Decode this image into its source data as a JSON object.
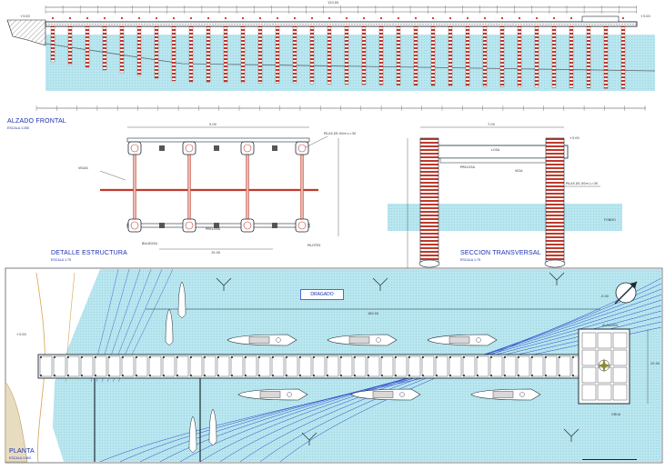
{
  "sections": {
    "frontal": {
      "title": "ALZADO FRONTAL",
      "scale": "ESCALA 1:250",
      "top_dim": "120.00",
      "elev_label": "+3.00",
      "left_elev": "+3.00"
    },
    "detail": {
      "title": "DETALLE ESTRUCTURA",
      "scale": "ESCALA 1:75",
      "label_a": "VIGAS",
      "label_b": "PILAS Ø1.00m L=30",
      "label_c": "BALDOSA",
      "label_d": "PRELOSA",
      "label_e": "PILOTES",
      "dim_a": "5.00",
      "dim_b": "10.00"
    },
    "cross": {
      "title": "SECCION TRANSVERSAL",
      "scale": "ESCALA 1:75",
      "label_a": "LOSA",
      "label_b": "PRELOSA",
      "label_c": "VIGA",
      "label_d": "PILAS Ø1.00m L=30",
      "label_e": "+3.00",
      "label_f": "FONDO",
      "dim_a": "7.00"
    },
    "plan": {
      "title": "PLANTA",
      "scale": "ESCALA 1:500",
      "dredged": "DRAGADO",
      "label_a": "ALMACEN",
      "label_b": "GRUA",
      "dim_a": "180.00",
      "dim_b": "20.00",
      "elev_a": "+3.00",
      "elev_b": "-5.00"
    }
  },
  "colors": {
    "water": "#b9e6ef",
    "water_stroke": "#8fd0de",
    "pile": "#c0392b",
    "structure": "#1f2a33",
    "dim": "#3a3a3a",
    "accent": "#1a2fb0",
    "contour": "#2a49c9"
  }
}
